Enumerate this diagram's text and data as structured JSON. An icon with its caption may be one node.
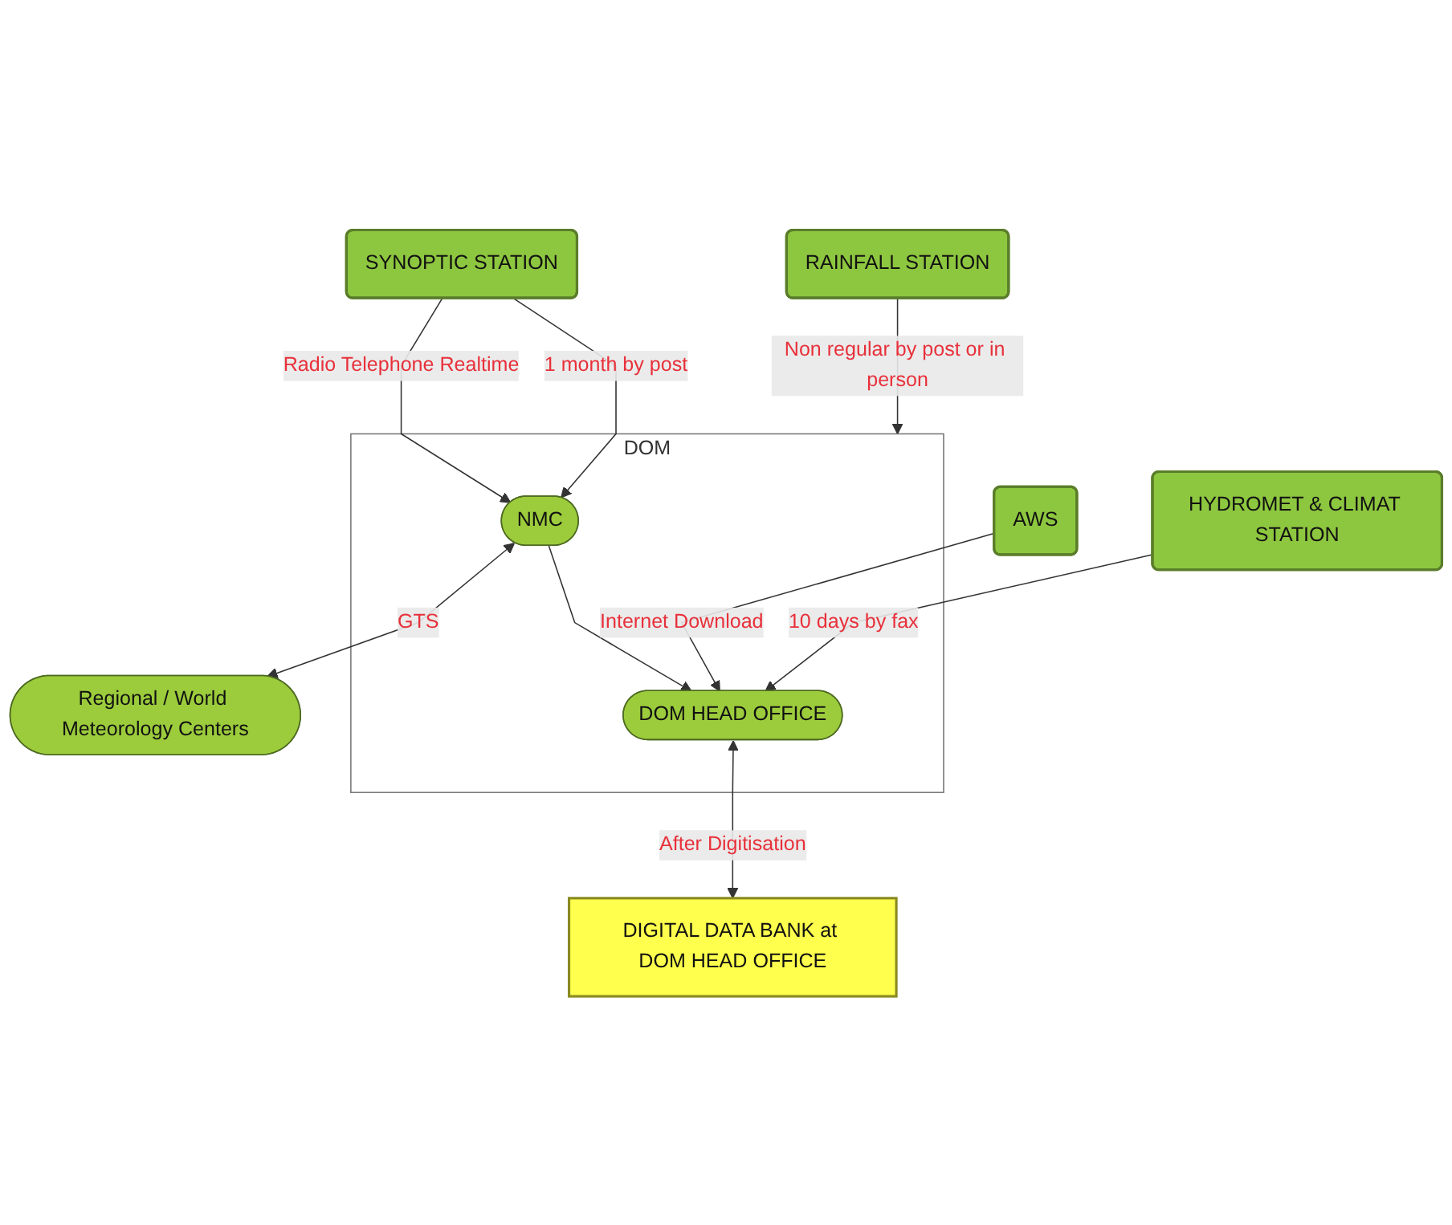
{
  "diagram": {
    "nodes": [
      {
        "text": [
          "DOM"
        ]
      },
      {
        "text": [
          "SYNOPTIC STATION"
        ]
      },
      {
        "text": [
          "NMC"
        ],
        "in": 0
      },
      {
        "text": [
          "Regional / World Meteorology Centers"
        ]
      },
      {
        "text": [
          "HYDROMET & CLIMAT STATION"
        ]
      },
      {
        "text": [
          "DOM HEAD OFFICE"
        ],
        "in": 0
      },
      {
        "text": [
          "DIGITAL DATA BANK at DOM HEAD OFFICE"
        ]
      },
      {
        "text": [
          "RAINFALL STATION"
        ]
      },
      {
        "text": [
          "AWS"
        ]
      }
    ],
    "edges": [
      {
        "from": 1,
        "to": 2,
        "arrow": "to",
        "label": "Radio Telephone Realtime"
      },
      {
        "from": 1,
        "to": 2,
        "arrow": "to",
        "label": "1 month by post"
      },
      {
        "from": 2,
        "to": 3,
        "arrow": "both",
        "label": "GTS"
      },
      {
        "from": 2,
        "to": 5,
        "arrow": "to"
      },
      {
        "from": 4,
        "to": 5,
        "arrow": "to",
        "label": "10 days by fax"
      },
      {
        "from": 7,
        "to": 0,
        "arrow": "to",
        "label": "Non regular by post or in person"
      },
      {
        "from": 8,
        "to": 5,
        "arrow": "to",
        "label": "Internet Download"
      },
      {
        "from": 5,
        "to": 6,
        "arrow": "both",
        "label": "After Digitisation"
      }
    ]
  }
}
